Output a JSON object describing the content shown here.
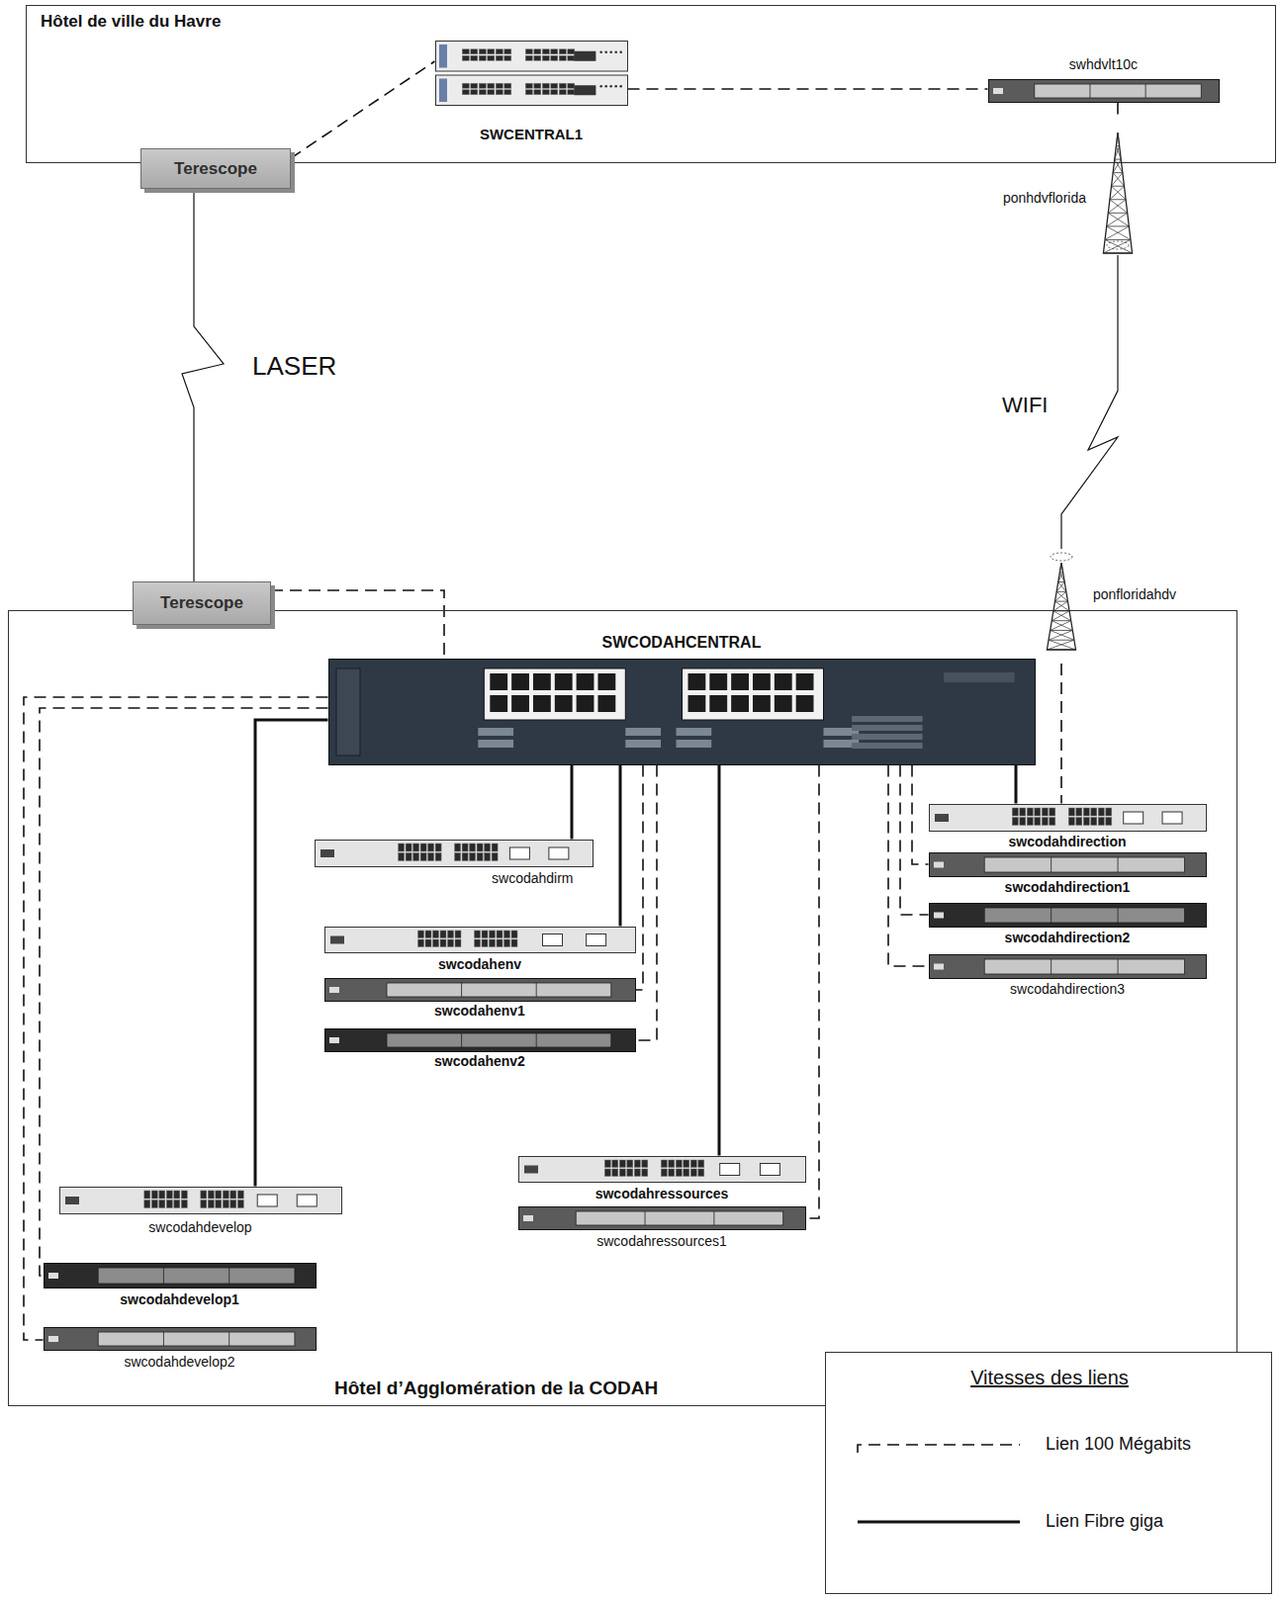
{
  "diagram": {
    "nodes": [
      {
        "text": [
          "Hôtel de ville du Havre"
        ]
      },
      {
        "text": [
          "SWCENTRAL1"
        ],
        "in": 0
      },
      {
        "text": [
          "swhdvlt10c"
        ],
        "in": 0
      },
      {
        "text": [
          "Terescope"
        ]
      },
      {
        "text": [
          "ponhdvflorida"
        ]
      },
      {
        "text": [
          "Hôtel d’Agglomération de la CODAH"
        ]
      },
      {
        "text": [
          "Terescope"
        ]
      },
      {
        "text": [
          "ponfloridahdv"
        ]
      },
      {
        "text": [
          "SWCODAHCENTRAL"
        ],
        "in": 5
      },
      {
        "text": [
          "swcodahdirm"
        ],
        "in": 5
      },
      {
        "text": [
          "swcodahenv"
        ],
        "in": 5
      },
      {
        "text": [
          "swcodahenv1"
        ],
        "in": 5
      },
      {
        "text": [
          "swcodahenv2"
        ],
        "in": 5
      },
      {
        "text": [
          "swcodahressources"
        ],
        "in": 5
      },
      {
        "text": [
          "swcodahressources1"
        ],
        "in": 5
      },
      {
        "text": [
          "swcodahdirection"
        ],
        "in": 5
      },
      {
        "text": [
          "swcodahdirection1"
        ],
        "in": 5
      },
      {
        "text": [
          "swcodahdirection2"
        ],
        "in": 5
      },
      {
        "text": [
          "swcodahdirection3"
        ],
        "in": 5
      },
      {
        "text": [
          "swcodahdevelop"
        ],
        "in": 5
      },
      {
        "text": [
          "swcodahdevelop1"
        ],
        "in": 5
      },
      {
        "text": [
          "swcodahdevelop2"
        ],
        "in": 5
      }
    ],
    "edges": [
      {
        "from": 3,
        "to": 1,
        "arrow": "none"
      },
      {
        "from": 1,
        "to": 2,
        "arrow": "none"
      },
      {
        "from": 2,
        "to": 4,
        "arrow": "none"
      },
      {
        "from": 3,
        "to": 6,
        "label": "LASER",
        "arrow": "none"
      },
      {
        "from": 4,
        "to": 7,
        "label": "WIFI",
        "arrow": "none"
      },
      {
        "from": 6,
        "to": 8,
        "arrow": "none"
      },
      {
        "from": 7,
        "to": 15,
        "arrow": "none"
      },
      {
        "from": 8,
        "to": 9,
        "arrow": "none"
      },
      {
        "from": 8,
        "to": 10,
        "arrow": "none"
      },
      {
        "from": 8,
        "to": 11,
        "arrow": "none"
      },
      {
        "from": 8,
        "to": 12,
        "arrow": "none"
      },
      {
        "from": 8,
        "to": 13,
        "arrow": "none"
      },
      {
        "from": 8,
        "to": 14,
        "arrow": "none"
      },
      {
        "from": 8,
        "to": 15,
        "arrow": "none"
      },
      {
        "from": 8,
        "to": 16,
        "arrow": "none"
      },
      {
        "from": 8,
        "to": 17,
        "arrow": "none"
      },
      {
        "from": 8,
        "to": 18,
        "arrow": "none"
      },
      {
        "from": 8,
        "to": 19,
        "arrow": "none"
      },
      {
        "from": 8,
        "to": 20,
        "arrow": "none"
      },
      {
        "from": 8,
        "to": 21,
        "arrow": "none"
      }
    ],
    "labels": [
      "Vitesses des liens"
    ],
    "legend": [
      {
        "text": "Lien 100 Mégabits"
      },
      {
        "text": "Lien Fibre giga"
      }
    ]
  }
}
